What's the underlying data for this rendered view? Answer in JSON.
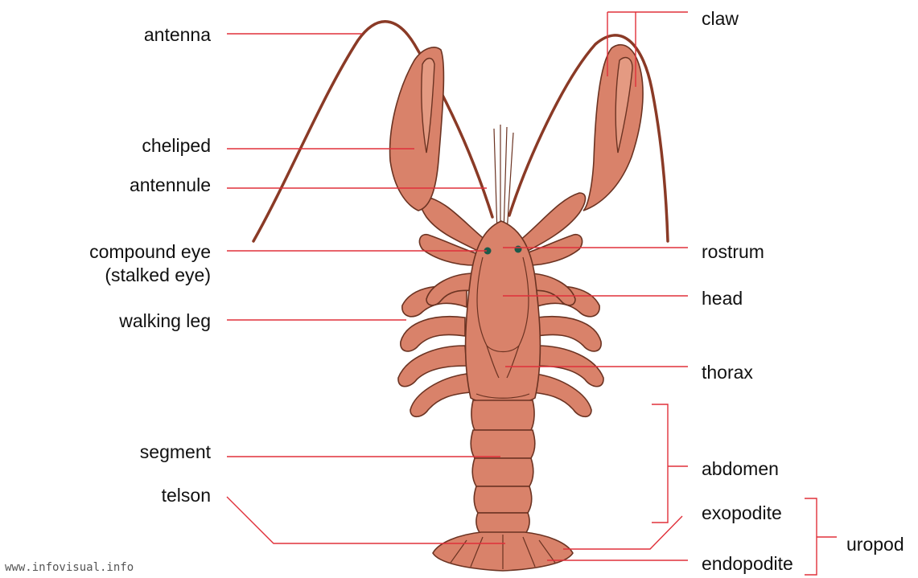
{
  "labels": {
    "antenna": "antenna",
    "cheliped": "cheliped",
    "antennule": "antennule",
    "compound_eye": "compound eye",
    "compound_eye_sub": "(stalked eye)",
    "walking_leg": "walking leg",
    "segment": "segment",
    "telson": "telson",
    "claw": "claw",
    "rostrum": "rostrum",
    "head": "head",
    "thorax": "thorax",
    "abdomen": "abdomen",
    "exopodite": "exopodite",
    "endopodite": "endopodite",
    "uropod": "uropod"
  },
  "watermark": "www.infovisual.info",
  "colors": {
    "body_fill": "#d9826a",
    "body_stroke": "#6b3322",
    "leader_line": "#e0303a",
    "antenna": "#8a3a26",
    "eye": "#1a5a4a"
  }
}
